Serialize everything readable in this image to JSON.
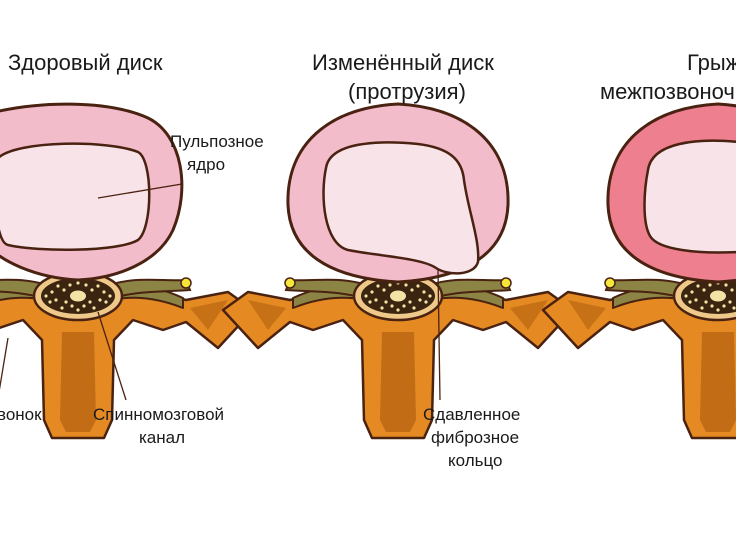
{
  "stages": [
    {
      "title": "Здоровый диск",
      "subtitle": ""
    },
    {
      "title": "Изменённый диск",
      "subtitle": "(протрузия)"
    },
    {
      "title": "Грыж",
      "subtitle": "межпозвоноч"
    }
  ],
  "labels": {
    "nucleus_line1": "Пульпозное",
    "nucleus_line2": "ядро",
    "vertebra": "вонок",
    "canal_line1": "Спинномозговой",
    "canal_line2": "канал",
    "annulus_line1": "Сдавленное",
    "annulus_line2": "фиброзное",
    "annulus_line3": "кольцо"
  },
  "colors": {
    "bone": "#e58a22",
    "bone_dark": "#b3600f",
    "disc_ring": "#f3bccb",
    "disc_ring_herniated": "#ee7f8e",
    "nucleus": "#f7e3e8",
    "outline": "#4a2211",
    "nerve": "#8b8444",
    "nerve_tip": "#f5e63a",
    "cord": "#3b2410",
    "cord_dots": "#f4e2a6"
  }
}
